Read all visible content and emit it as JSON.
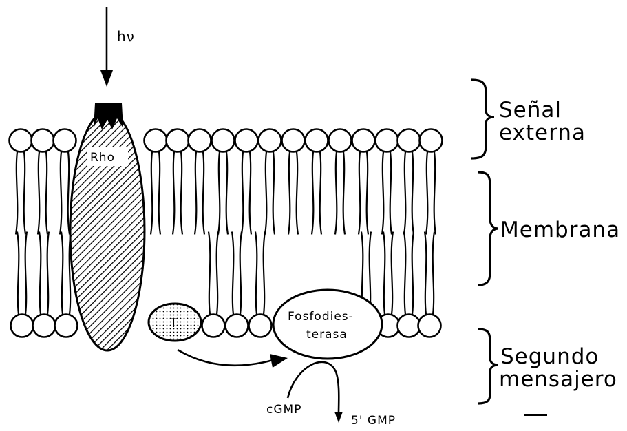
{
  "labels": {
    "light": "hν",
    "rhodopsin": "Rho",
    "transducin": "T",
    "pde_line1": "Fosfodies-",
    "pde_line2": "terasa",
    "cgmp": "cGMP",
    "gmp5": "5' GMP",
    "senal_line1": "Señal",
    "senal_line2": "externa",
    "membrana": "Membrana",
    "segundo_line1": "Segundo",
    "segundo_line2": "mensajero"
  }
}
